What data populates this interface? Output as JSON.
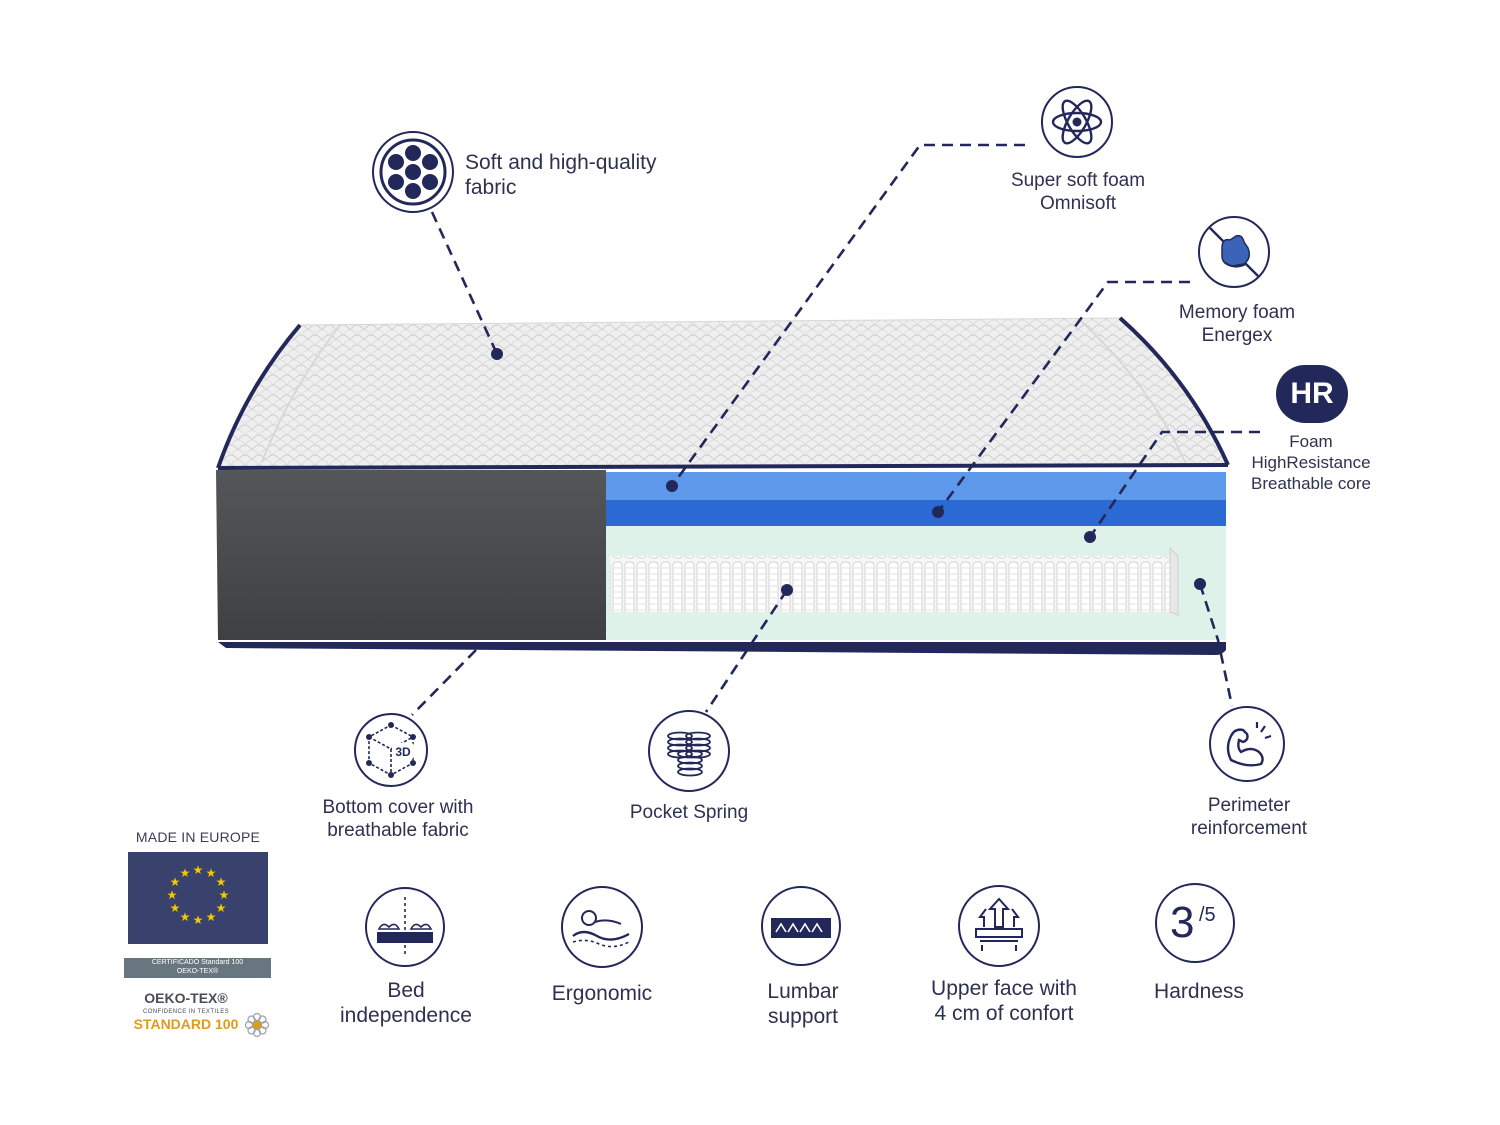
{
  "callouts": {
    "fabric": [
      "Soft and high-quality",
      "fabric"
    ],
    "super_soft": [
      "Super soft foam",
      "Omnisoft"
    ],
    "memory": [
      "Memory foam",
      "Energex"
    ],
    "hr_badge": "HR",
    "hr": [
      "Foam",
      "HighResistance",
      "Breathable core"
    ],
    "bottom_cover": [
      "Bottom cover with",
      "breathable fabric"
    ],
    "pocket_spring": "Pocket Spring",
    "perimeter": [
      "Perimeter",
      "reinforcement"
    ],
    "bottom_cover_icon_text": "3D"
  },
  "features": {
    "bed_independence": [
      "Bed",
      "independence"
    ],
    "ergonomic": "Ergonomic",
    "lumbar": [
      "Lumbar",
      "support"
    ],
    "upper_face": [
      "Upper face with",
      "4 cm of confort"
    ],
    "hardness_label": "Hardness",
    "hardness_value": "3",
    "hardness_scale": "/5"
  },
  "certifications": {
    "made_in": "MADE IN EUROPE",
    "banner_line1": "CERTIFICADO Standard 100",
    "banner_line2": "OEKO-TEX®",
    "oeko_name": "OEKO-TEX®",
    "oeko_sub": "CONFIDENCE IN TEXTILES",
    "oeko_standard": "STANDARD 100"
  },
  "icons": {
    "fabric": "fabric-dots-icon",
    "atom": "atom-icon",
    "hand": "hand-press-icon",
    "cube3d": "cube-3d-icon",
    "spring": "spring-icon",
    "muscle": "muscle-arm-icon",
    "bed": "bed-independence-icon",
    "body": "ergonomic-body-icon",
    "lumbar": "lumbar-support-icon",
    "upper": "upper-face-icon"
  },
  "colors": {
    "navy": "#23285a",
    "blue_light": "#5b96e6",
    "blue_dark": "#2a68d2",
    "mint": "#dff2ea",
    "side_gray": "#4a4b4f"
  }
}
